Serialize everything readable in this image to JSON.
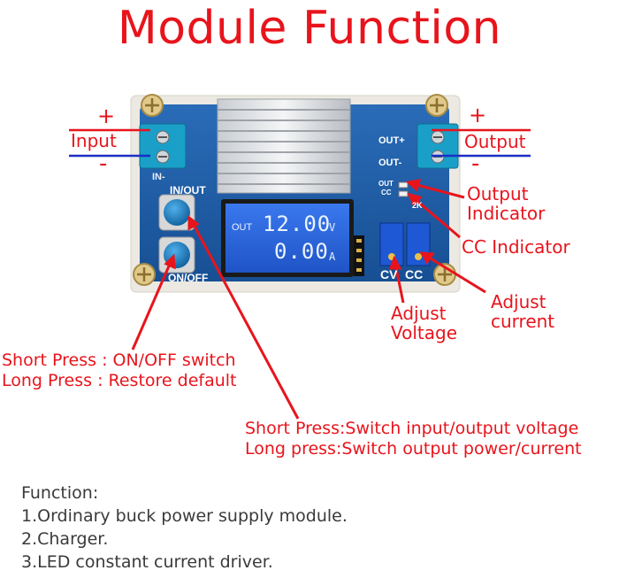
{
  "title": "Module Function",
  "input": {
    "label": "Input",
    "plus": "+",
    "minus": "-"
  },
  "output": {
    "label": "Output",
    "plus": "+",
    "minus": "-"
  },
  "pcb": {
    "in_minus": "IN-",
    "in_out": "IN/OUT",
    "on_off": "ON/OFF",
    "out_plus": "OUT+",
    "out_minus": "OUT-",
    "led_out": "OUT",
    "led_cc": "CC",
    "resistor": "2K",
    "cv": "CV",
    "cc": "CC"
  },
  "lcd": {
    "out_label": "OUT",
    "voltage": "12.00",
    "voltage_unit": "V",
    "current": "0.00",
    "current_unit": "A"
  },
  "callouts": {
    "output_indicator": [
      "Output",
      "Indicator"
    ],
    "cc_indicator": "CC Indicator",
    "adjust_current": [
      "Adjust",
      "current"
    ],
    "adjust_voltage": [
      "Adjust",
      "Voltage"
    ],
    "onoff_short": "Short Press : ON/OFF switch",
    "onoff_long": "Long Press : Restore default",
    "inout_short": "Short Press:Switch input/output voltage",
    "inout_long": "Long press:Switch output power/current"
  },
  "functions": {
    "heading": "Function:",
    "items": [
      "1.Ordinary buck power supply module.",
      "2.Charger.",
      "3.LED constant current driver."
    ]
  },
  "colors": {
    "red": "#e8141c",
    "blue_line": "#1a2fc4",
    "pcb": "#1f5fa8",
    "lcd": "#2d6be0"
  }
}
